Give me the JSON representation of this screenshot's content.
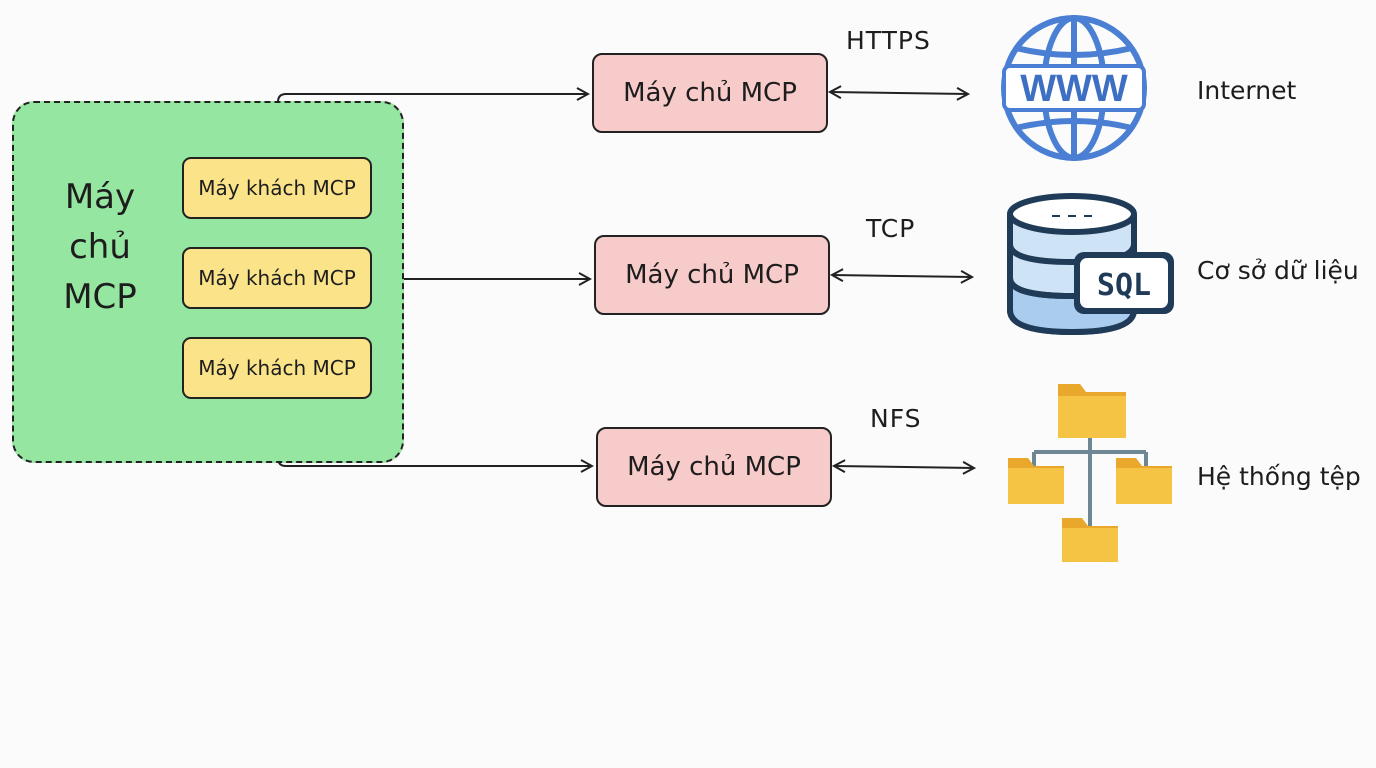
{
  "host": {
    "title": "Máy\nchủ\nMCP"
  },
  "clients": [
    {
      "label": "Máy khách MCP"
    },
    {
      "label": "Máy khách MCP"
    },
    {
      "label": "Máy khách MCP"
    }
  ],
  "servers": [
    {
      "label": "Máy chủ MCP"
    },
    {
      "label": "Máy chủ MCP"
    },
    {
      "label": "Máy chủ MCP"
    }
  ],
  "protocols": [
    "HTTPS",
    "TCP",
    "NFS"
  ],
  "resources": [
    {
      "label": "Internet",
      "icon": "globe-www-icon",
      "icon_text": "WWW"
    },
    {
      "label": "Cơ sở dữ liệu",
      "icon": "sql-database-icon",
      "icon_text": "SQL"
    },
    {
      "label": "Hệ thống tệp",
      "icon": "folder-tree-icon"
    }
  ],
  "colors": {
    "host_fill": "#95e6a1",
    "client_fill": "#fbe38a",
    "server_fill": "#f8cbcb",
    "globe_blue": "#4a7fd4",
    "db_navy": "#1f3b57",
    "folder_yellow": "#f6c445"
  }
}
